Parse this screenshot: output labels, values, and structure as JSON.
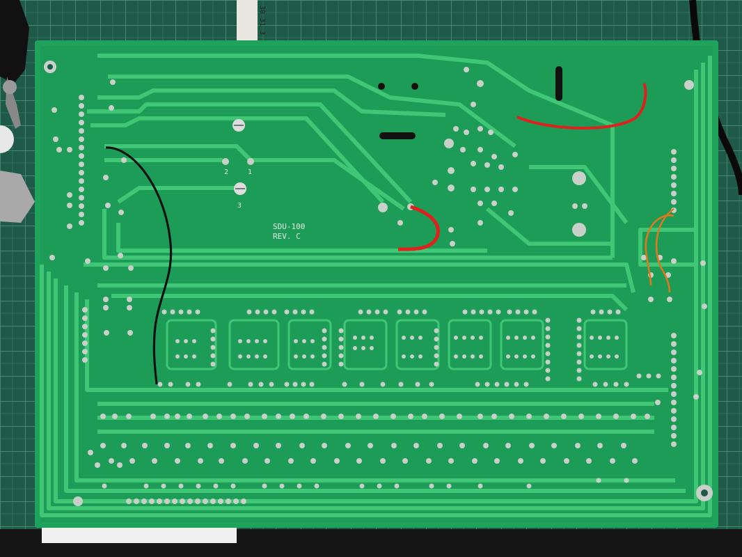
{
  "photo": {
    "subject": "printed circuit board solder side on a cutting mat",
    "colors": {
      "mat": "#1f5a48",
      "mat_grid": "#5fa58c",
      "board": "#1fa35c",
      "board_dark": "#148a4a",
      "trace": "#3fc776",
      "pad": "#c9cfc9",
      "wire_black": "#111111",
      "wire_red": "#e0201c",
      "wire_orange": "#e07820"
    }
  },
  "board": {
    "model_label": "SDU-100",
    "revision_label": "REV. C",
    "pot_labels": [
      "1",
      "2",
      "3"
    ]
  },
  "ruler": {
    "label": "30 31 3"
  }
}
